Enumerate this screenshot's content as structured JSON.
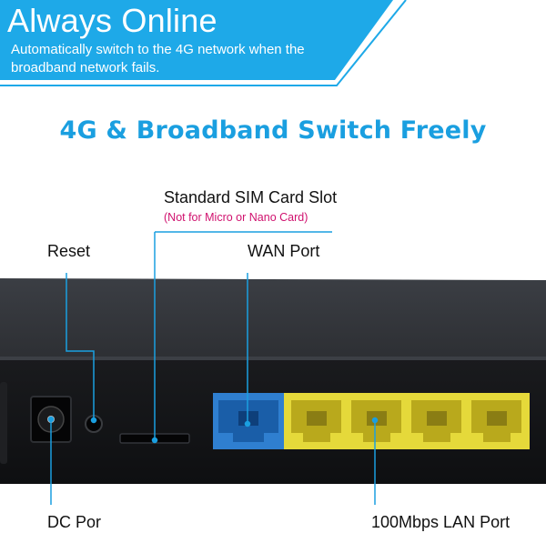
{
  "banner": {
    "title": "Always Online",
    "subtitle": "Automatically switch to the 4G network when the broadband network fails.",
    "color": "#1ea9e8"
  },
  "headline": "4G & Broadband Switch Freely",
  "labels": {
    "sim_slot": "Standard SIM Card Slot",
    "sim_note": "(Not for Micro or Nano Card)",
    "reset": "Reset",
    "wan_port": "WAN Port",
    "dc_port": "DC Por",
    "lan_ports": "100Mbps LAN Port"
  },
  "colors": {
    "wan_port": "#2f7fd0",
    "lan_port": "#e5d93a",
    "callout_line": "#1a9fe0",
    "device_body": "#2b2e33"
  },
  "lan_port_count": 4
}
